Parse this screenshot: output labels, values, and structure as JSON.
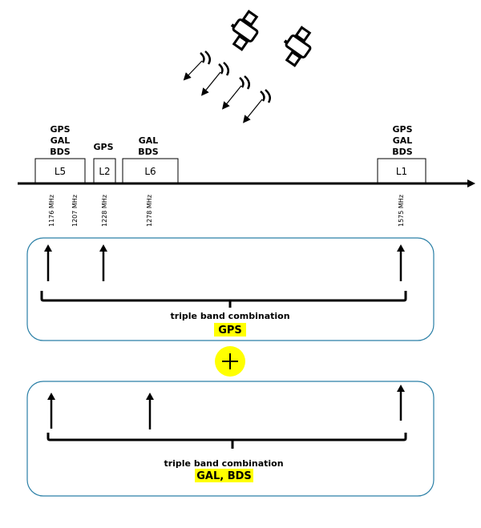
{
  "diagram": {
    "title_icons": [
      "satellite-icon",
      "satellite-icon",
      "signal-icon",
      "signal-icon",
      "signal-icon",
      "signal-icon"
    ],
    "bands": [
      {
        "name": "L5",
        "systems": [
          "GPS",
          "GAL",
          "BDS"
        ]
      },
      {
        "name": "L2",
        "systems": [
          "GPS"
        ]
      },
      {
        "name": "L6",
        "systems": [
          "GAL",
          "BDS"
        ]
      },
      {
        "name": "L1",
        "systems": [
          "GPS",
          "GAL",
          "BDS"
        ]
      }
    ],
    "frequencies": [
      "1176 MHz",
      "1207 MHz",
      "1228 MHz",
      "1278 MHz",
      "1575 MHz"
    ],
    "combinations": [
      {
        "caption": "triple band combination",
        "systems": "GPS",
        "bands": [
          "L5",
          "L2",
          "L1"
        ]
      },
      {
        "caption": "triple band combination",
        "systems": "GAL, BDS",
        "bands": [
          "L5",
          "L6",
          "L1"
        ]
      }
    ],
    "plus_symbol": "+",
    "colors": {
      "highlight": "#ffff00",
      "box_border": "#2a7fa6",
      "line": "#000000"
    }
  }
}
